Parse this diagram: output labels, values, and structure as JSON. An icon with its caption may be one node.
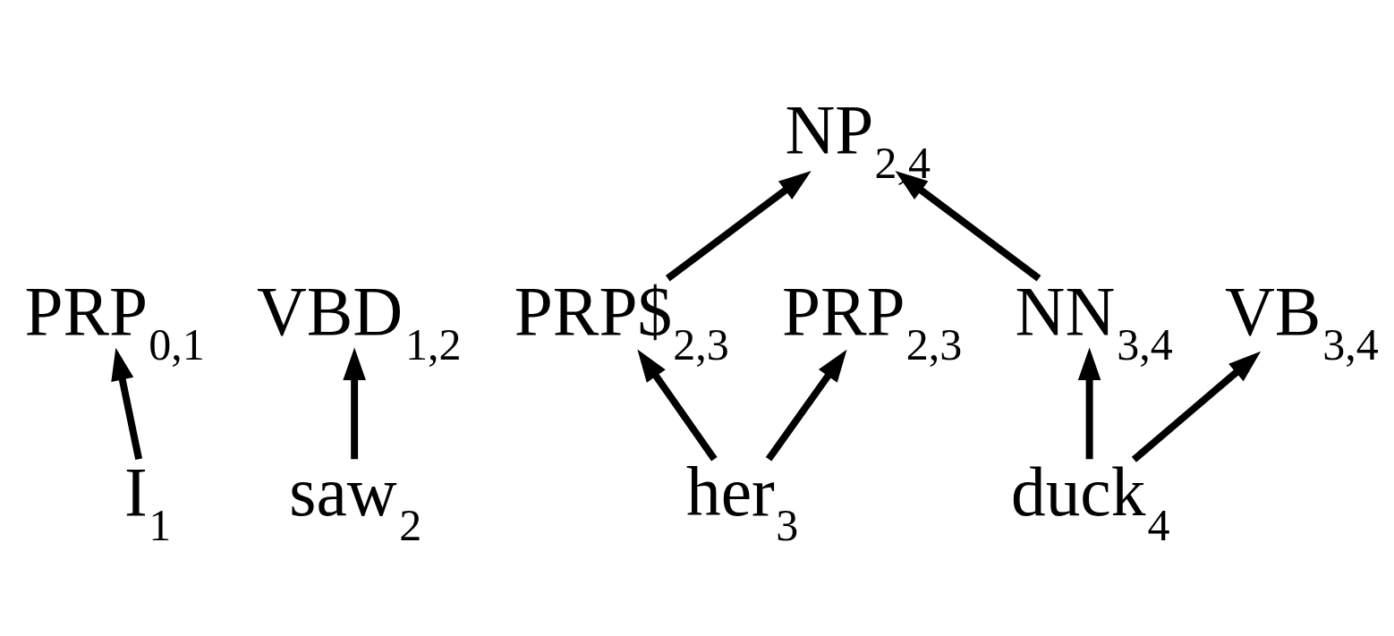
{
  "diagram": {
    "nodes": [
      {
        "text": [
          "NP$_{2,4}$"
        ]
      },
      {
        "text": [
          "PRP$_{0,1}$"
        ]
      },
      {
        "text": [
          "VBD$_{1,2}$"
        ]
      },
      {
        "text": [
          "PRP$$_{2,3}$"
        ]
      },
      {
        "text": [
          "PRP$_{2,3}$"
        ]
      },
      {
        "text": [
          "NN$_{3,4}$"
        ]
      },
      {
        "text": [
          "VB$_{3,4}$"
        ]
      },
      {
        "text": [
          "I$_{1}$"
        ]
      },
      {
        "text": [
          "saw$_{2}$"
        ]
      },
      {
        "text": [
          "her$_{3}$"
        ]
      },
      {
        "text": [
          "duck$_{4}$"
        ]
      }
    ],
    "edges": [
      {
        "from": 7,
        "to": 1,
        "arrow": "to"
      },
      {
        "from": 8,
        "to": 2,
        "arrow": "to"
      },
      {
        "from": 9,
        "to": 3,
        "arrow": "to"
      },
      {
        "from": 9,
        "to": 4,
        "arrow": "to"
      },
      {
        "from": 10,
        "to": 5,
        "arrow": "to"
      },
      {
        "from": 10,
        "to": 6,
        "arrow": "to"
      },
      {
        "from": 3,
        "to": 0,
        "arrow": "to"
      },
      {
        "from": 5,
        "to": 0,
        "arrow": "to"
      }
    ]
  }
}
